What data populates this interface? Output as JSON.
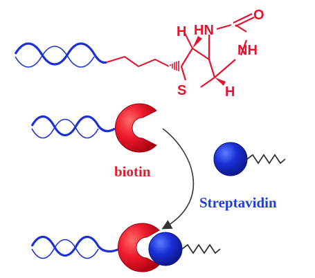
{
  "labels": {
    "biotin": "biotin",
    "streptavidin": "Streptavidin"
  },
  "structure": {
    "atom_o": "O",
    "atom_hn": "HN",
    "atom_nh": "NH",
    "atom_h_top": "H",
    "atom_h_bottom": "H",
    "atom_s": "S"
  },
  "colors": {
    "dna_strand_front": "#1a2fd6",
    "dna_strand_back": "#0d2aa8",
    "biotin_red": "#e8102a",
    "biotin_label_red": "#e01b2b",
    "streptavidin_blue": "#1a2fd6",
    "streptavidin_label_blue": "#1f3fd0",
    "arrow": "#333333",
    "chain": "#333333"
  },
  "icons": {
    "biotin": "pacman-shape",
    "streptavidin": "sphere",
    "dna": "helix",
    "linker": "zigzag-chain"
  }
}
